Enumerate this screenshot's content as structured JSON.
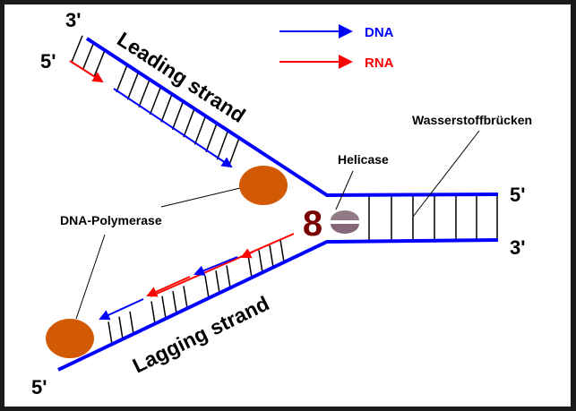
{
  "colors": {
    "dna": "#0000ff",
    "rna": "#ff0000",
    "polymerase": "#d35a05",
    "helicase_dark": "#7a0000",
    "helicase_light": "#8f7a85"
  },
  "legend": {
    "dna_label": "DNA",
    "rna_label": "RNA"
  },
  "labels": {
    "leading_3prime": "3'",
    "leading_5prime": "5'",
    "leading_strand": "Leading strand",
    "lagging_strand": "Lagging strand",
    "lagging_5prime": "5'",
    "duplex_5prime": "5'",
    "duplex_3prime": "3'",
    "helicase": "Helicase",
    "hydrogen_bonds": "Wasserstoffbrücken",
    "dna_polymerase": "DNA-Polymerase"
  },
  "helicase_glyph": "8"
}
